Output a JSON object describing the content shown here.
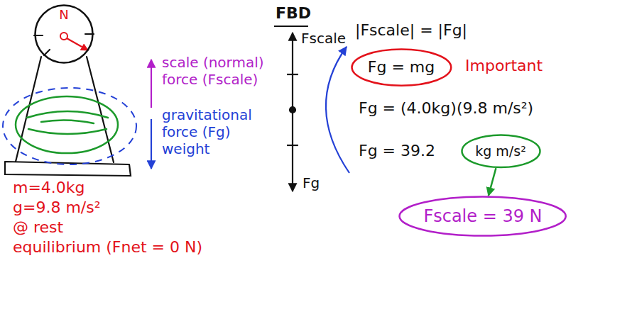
{
  "diagram": {
    "nodes": [
      {
        "text": [
          "N"
        ]
      },
      {
        "text": [
          "Fg = mg"
        ]
      },
      {
        "text": [
          "kg m/s²"
        ]
      },
      {
        "text": [
          "Fscale = 39 N"
        ]
      }
    ],
    "edges": [
      {
        "from": 2,
        "to": 3,
        "arrow": "to"
      }
    ],
    "labels": [
      "scale (normal) force (Fscale)",
      "gravitational force (Fg) weight",
      "m=4.0kg",
      "g=9.8 m/s²",
      "@ rest",
      "equilibrium (Fnet = 0 N)",
      "FBD",
      "Fscale",
      "Fg",
      "|Fscale| = |Fg|",
      "Important",
      "Fg = (4.0kg)(9.8 m/s²)",
      "Fg = 39.2"
    ]
  }
}
